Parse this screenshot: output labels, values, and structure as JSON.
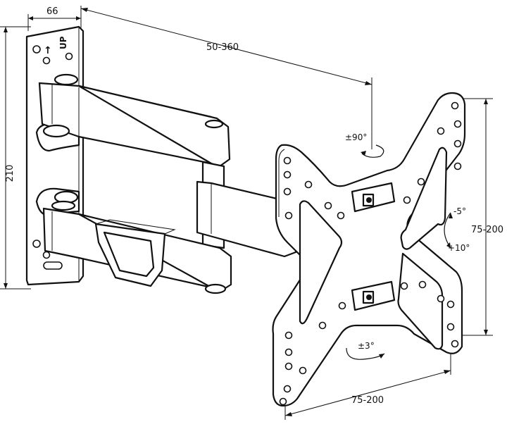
{
  "dimensions": {
    "wall_plate_width": "66",
    "wall_plate_height": "210",
    "extension_range": "50-360",
    "vesa_vertical": "75-200",
    "vesa_horizontal": "75-200"
  },
  "angles": {
    "swivel": "±90°",
    "tilt_down": "-5°",
    "tilt_up": "+10°",
    "rotation": "±3°"
  },
  "wall_plate_marking": {
    "arrow_glyph": "↑",
    "text": "UP"
  },
  "colors": {
    "line": "#111111",
    "background": "#ffffff"
  }
}
